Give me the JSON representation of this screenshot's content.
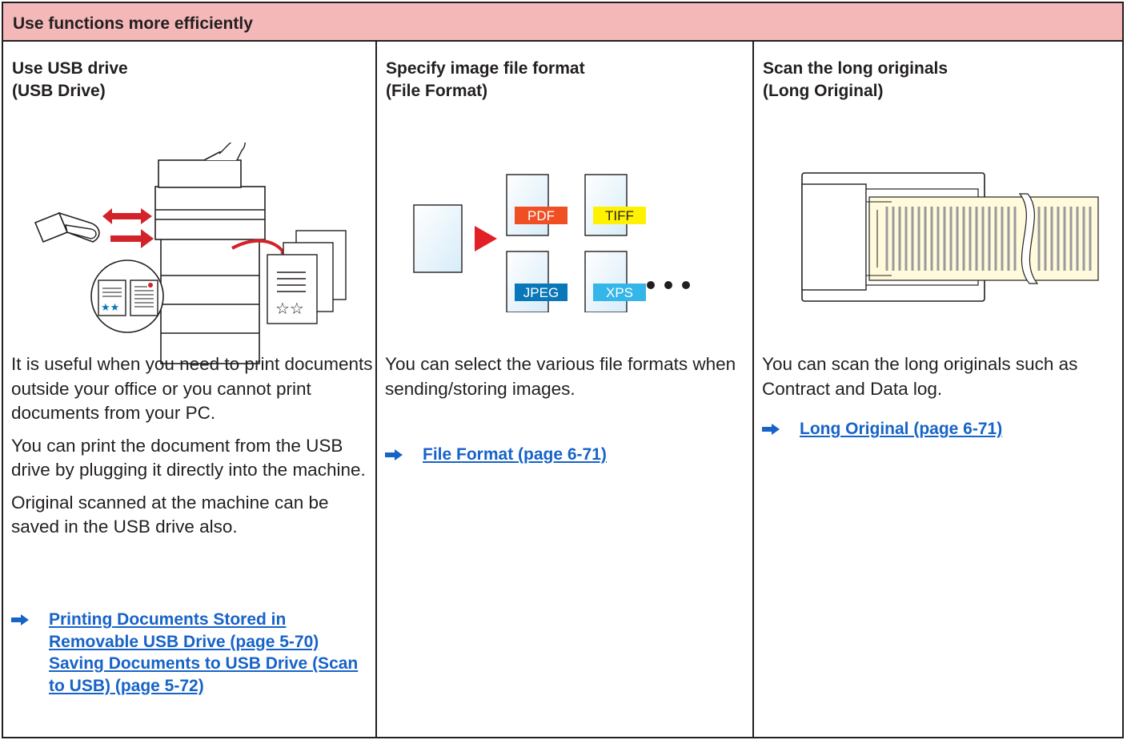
{
  "header": {
    "title": "Use functions more efficiently"
  },
  "columns": [
    {
      "title_line1": "Use USB drive",
      "title_line2": "(USB Drive)",
      "paragraphs": [
        "It is useful when you need to print documents outside your office or you cannot print documents from your PC.",
        "You can print the document from the USB drive by plugging it directly into the machine.",
        "Original scanned at the machine can be saved in the USB drive also."
      ],
      "links": [
        "Printing Documents Stored in Removable USB Drive (page 5-70)",
        "Saving Documents to USB Drive (Scan to USB) (page 5-72)"
      ]
    },
    {
      "title_line1": "Specify image file format",
      "title_line2": "(File Format)",
      "paragraphs": [
        "You can select the various file formats when sending/storing images."
      ],
      "links": [
        "File Format (page 6-71)"
      ],
      "formats": [
        "PDF",
        "TIFF",
        "JPEG",
        "XPS"
      ]
    },
    {
      "title_line1": "Scan the long originals",
      "title_line2": "(Long Original)",
      "paragraphs": [
        "You can scan the long originals such as Contract and Data log."
      ],
      "links": [
        "Long Original (page 6-71)"
      ]
    }
  ],
  "colors": {
    "header_bg": "#f4b8b8",
    "link": "#1763c8",
    "pdf": "#ef4f23",
    "tiff": "#fff200",
    "jpeg": "#0a77b9",
    "xps": "#35b6e8",
    "play_arrow": "#e21f26",
    "usb_arrows": "#d2232a",
    "long_paper": "#fffadc"
  }
}
